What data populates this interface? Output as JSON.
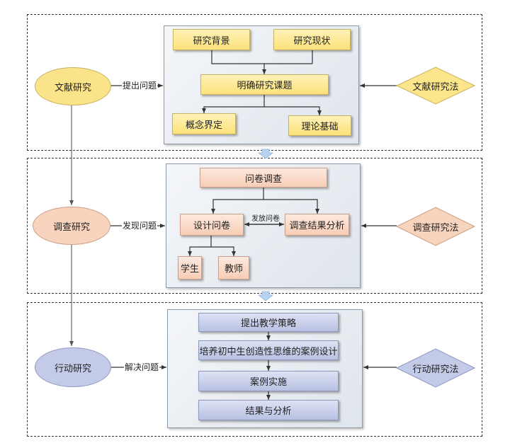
{
  "methods": [
    {
      "left_node": "文献研究",
      "edge_label": "提出问题",
      "method_node": "文献研究法"
    },
    {
      "left_node": "调查研究",
      "edge_label": "发现问题",
      "method_node": "调查研究法"
    },
    {
      "left_node": "行动研究",
      "edge_label": "解决问题",
      "method_node": "行动研究法"
    }
  ],
  "stage1": {
    "background": "研究背景",
    "status": "研究现状",
    "topic": "明确研究课题",
    "concept": "概念界定",
    "theory": "理论基础"
  },
  "stage2": {
    "survey": "问卷调查",
    "design": "设计问卷",
    "analysis": "调查结果分析",
    "distribute": "发放问卷",
    "students": "学生",
    "teachers": "教师"
  },
  "stage3": {
    "steps": [
      "提出教学策略",
      "培养初中生创造性思维的案例设计",
      "案例实施",
      "结果与分析"
    ]
  },
  "colors": {
    "yellow": "#fce27a",
    "orange": "#f7cdb6",
    "blue": "#b9c1e3",
    "connector": "#a8c8ec"
  }
}
